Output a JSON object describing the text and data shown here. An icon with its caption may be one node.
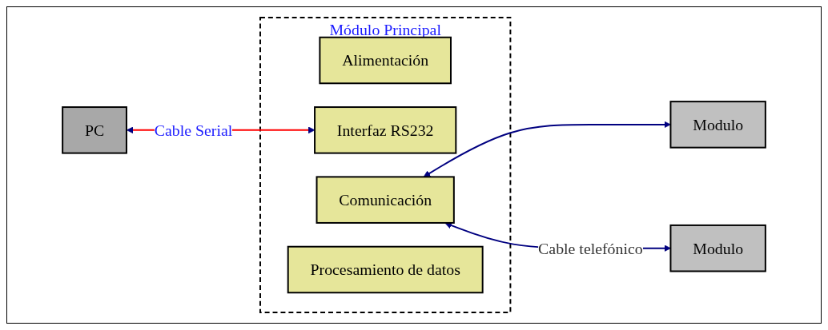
{
  "diagram": {
    "nodes": [
      {
        "text": [
          "Módulo Principal"
        ]
      },
      {
        "text": [
          "PC"
        ]
      },
      {
        "text": [
          "Alimentación"
        ],
        "in": 0
      },
      {
        "text": [
          "Interfaz RS232"
        ],
        "in": 0
      },
      {
        "text": [
          "Comunicación"
        ],
        "in": 0
      },
      {
        "text": [
          "Procesamiento de datos"
        ],
        "in": 0
      },
      {
        "text": [
          "Modulo"
        ]
      },
      {
        "text": [
          "Modulo"
        ]
      }
    ],
    "edges": [
      {
        "from": 1,
        "to": 3,
        "arrow": "both",
        "label": "Cable Serial",
        "color": "#ff0000"
      },
      {
        "from": 4,
        "to": 6,
        "arrow": "both"
      },
      {
        "from": 4,
        "to": 7,
        "arrow": "both",
        "label": "Cable telefónico"
      }
    ]
  }
}
